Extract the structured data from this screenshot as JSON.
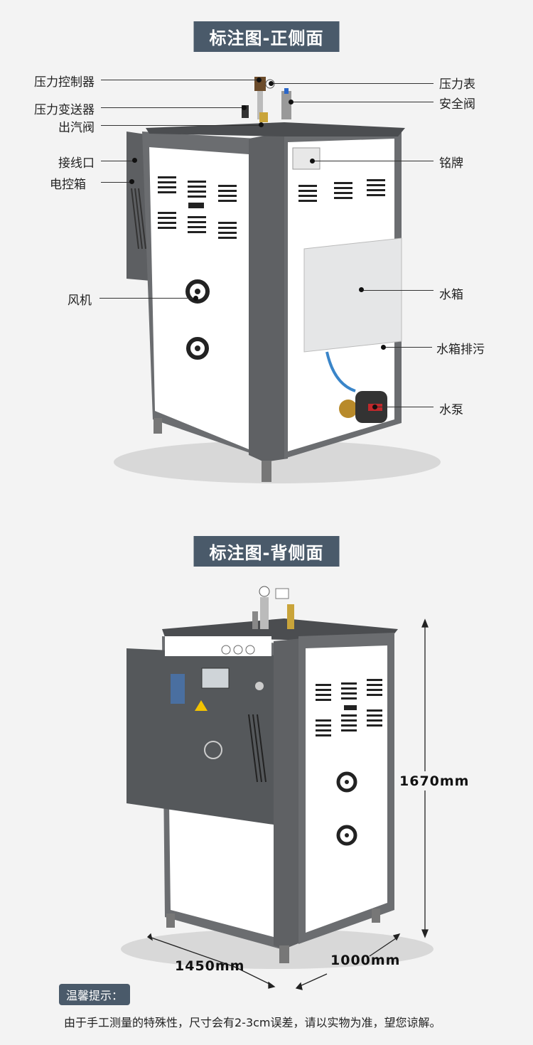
{
  "front": {
    "title": "标注图-正侧面",
    "labels": {
      "pressure_controller": "压力控制器",
      "pressure_transmitter": "压力变送器",
      "steam_valve": "出汽阀",
      "wiring_port": "接线口",
      "control_box": "电控箱",
      "fan": "风机",
      "pressure_gauge": "压力表",
      "safety_valve": "安全阀",
      "nameplate": "铭牌",
      "water_tank": "水箱",
      "tank_drain": "水箱排污",
      "water_pump": "水泵"
    }
  },
  "back": {
    "title": "标注图-背侧面",
    "dimensions": {
      "height": "1670mm",
      "width": "1450mm",
      "depth": "1000mm"
    }
  },
  "tip": {
    "badge": "温馨提示：",
    "text": "由于手工测量的特殊性，尺寸会有2-3cm误差，请以实物为准，望您谅解。"
  },
  "colors": {
    "title_bg": "#4a5a6a",
    "frame_gray": "#6b6d70",
    "panel_white": "#ffffff"
  }
}
